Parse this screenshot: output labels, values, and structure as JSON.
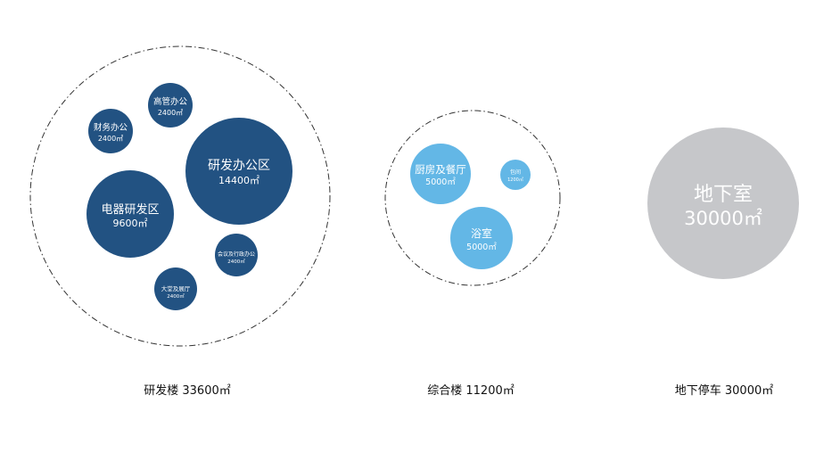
{
  "colors": {
    "dark_blue": "#225282",
    "light_blue": "#63b7e6",
    "gray": "#c6c7ca",
    "outline": "#333333",
    "caption": "#111111"
  },
  "groups": [
    {
      "id": "research",
      "caption": "研发楼  33600㎡",
      "bubbles": [
        {
          "id": "rd-office",
          "name": "研发办公区",
          "area": "14400㎡"
        },
        {
          "id": "electrical-rd",
          "name": "电器研发区",
          "area": "9600㎡"
        },
        {
          "id": "exec-office",
          "name": "高管办公",
          "area": "2400㎡"
        },
        {
          "id": "finance-office",
          "name": "财务办公",
          "area": "2400㎡"
        },
        {
          "id": "meeting-admin",
          "name": "会议及行政办公",
          "area": "2400㎡"
        },
        {
          "id": "lobby-hall",
          "name": "大堂及展厅",
          "area": "2400㎡"
        }
      ]
    },
    {
      "id": "complex",
      "caption": "综合楼 11200㎡",
      "bubbles": [
        {
          "id": "kitchen-dining",
          "name": "厨房及餐厅",
          "area": "5000㎡"
        },
        {
          "id": "private-room",
          "name": "包间",
          "area": "1200㎡"
        },
        {
          "id": "bath",
          "name": "浴室",
          "area": "5000㎡"
        }
      ]
    },
    {
      "id": "parking",
      "caption": "地下停车 30000㎡",
      "bubbles": [
        {
          "id": "basement",
          "name": "地下室",
          "area": "30000㎡"
        }
      ]
    }
  ]
}
